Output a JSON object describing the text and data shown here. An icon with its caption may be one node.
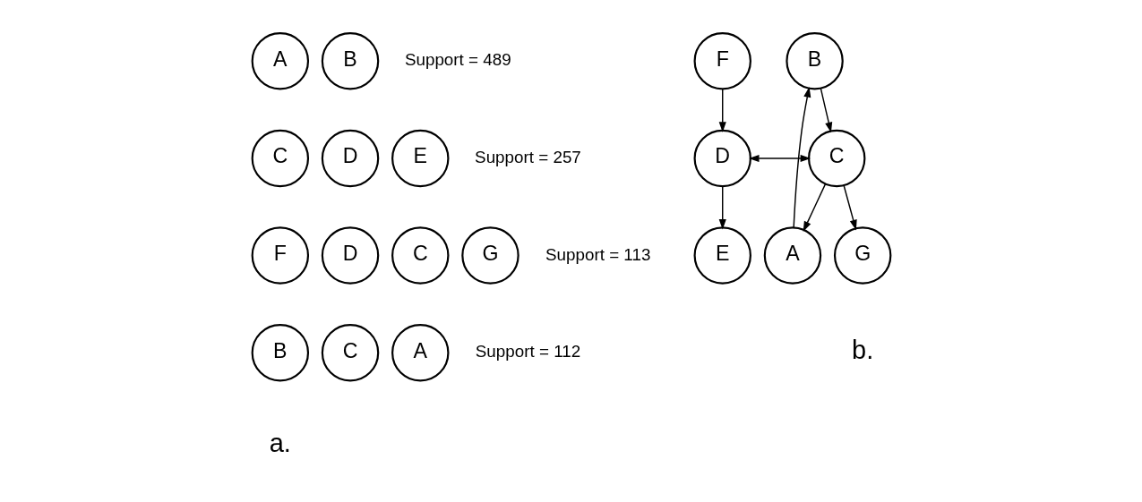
{
  "diagram": {
    "nodes": [
      {
        "text": [
          "A"
        ]
      },
      {
        "text": [
          "B"
        ]
      },
      {
        "text": [
          "C"
        ]
      },
      {
        "text": [
          "D"
        ]
      },
      {
        "text": [
          "E"
        ]
      },
      {
        "text": [
          "F"
        ]
      },
      {
        "text": [
          "D"
        ]
      },
      {
        "text": [
          "C"
        ]
      },
      {
        "text": [
          "G"
        ]
      },
      {
        "text": [
          "B"
        ]
      },
      {
        "text": [
          "C"
        ]
      },
      {
        "text": [
          "A"
        ]
      },
      {
        "text": [
          "A"
        ]
      },
      {
        "text": [
          "B"
        ]
      },
      {
        "text": [
          "C"
        ]
      },
      {
        "text": [
          "D"
        ]
      },
      {
        "text": [
          "E"
        ]
      },
      {
        "text": [
          "F"
        ]
      },
      {
        "text": [
          "G"
        ]
      }
    ],
    "edges": [
      {
        "from": 12,
        "to": 13,
        "arrow": "to"
      },
      {
        "from": 13,
        "to": 14,
        "arrow": "to"
      },
      {
        "from": 14,
        "to": 12,
        "arrow": "to"
      },
      {
        "from": 14,
        "to": 15,
        "arrow": "both"
      },
      {
        "from": 17,
        "to": 15,
        "arrow": "to"
      },
      {
        "from": 14,
        "to": 18,
        "arrow": "to"
      },
      {
        "from": 15,
        "to": 16,
        "arrow": "to"
      }
    ],
    "labels": [
      "Support = 489",
      "Support = 257",
      "Support = 113",
      "Support = 112",
      "a.",
      "b."
    ]
  }
}
